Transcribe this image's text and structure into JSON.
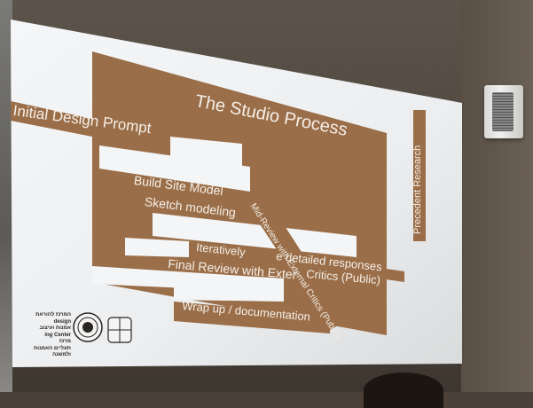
{
  "slide": {
    "title": "The Studio Process",
    "initial_prompt": "Initial Design Prompt",
    "build_site_model": "Build Site Model",
    "sketch_modeling": "Sketch modeling",
    "iteratively": "Iteratively",
    "detailed_responses": "e detailed responses",
    "final_review_a": "Final Review with Exter",
    "final_review_b": "Critics (Public)",
    "wrap_up": "Wrap up / documentation",
    "mid_review": "Mid-Review with External Critics (Public)",
    "precedent_research": "Precedent Research",
    "footer_org_lines": [
      "המרכז להוראת",
      "design",
      "אמנות ועיצוב",
      "ing Center",
      "מרכז",
      "תעליים האמנות",
      "ולמשנה"
    ]
  },
  "colors": {
    "box": "#9a6e48",
    "screen": "#f2f3f5",
    "label_text": "#f5efe8"
  }
}
